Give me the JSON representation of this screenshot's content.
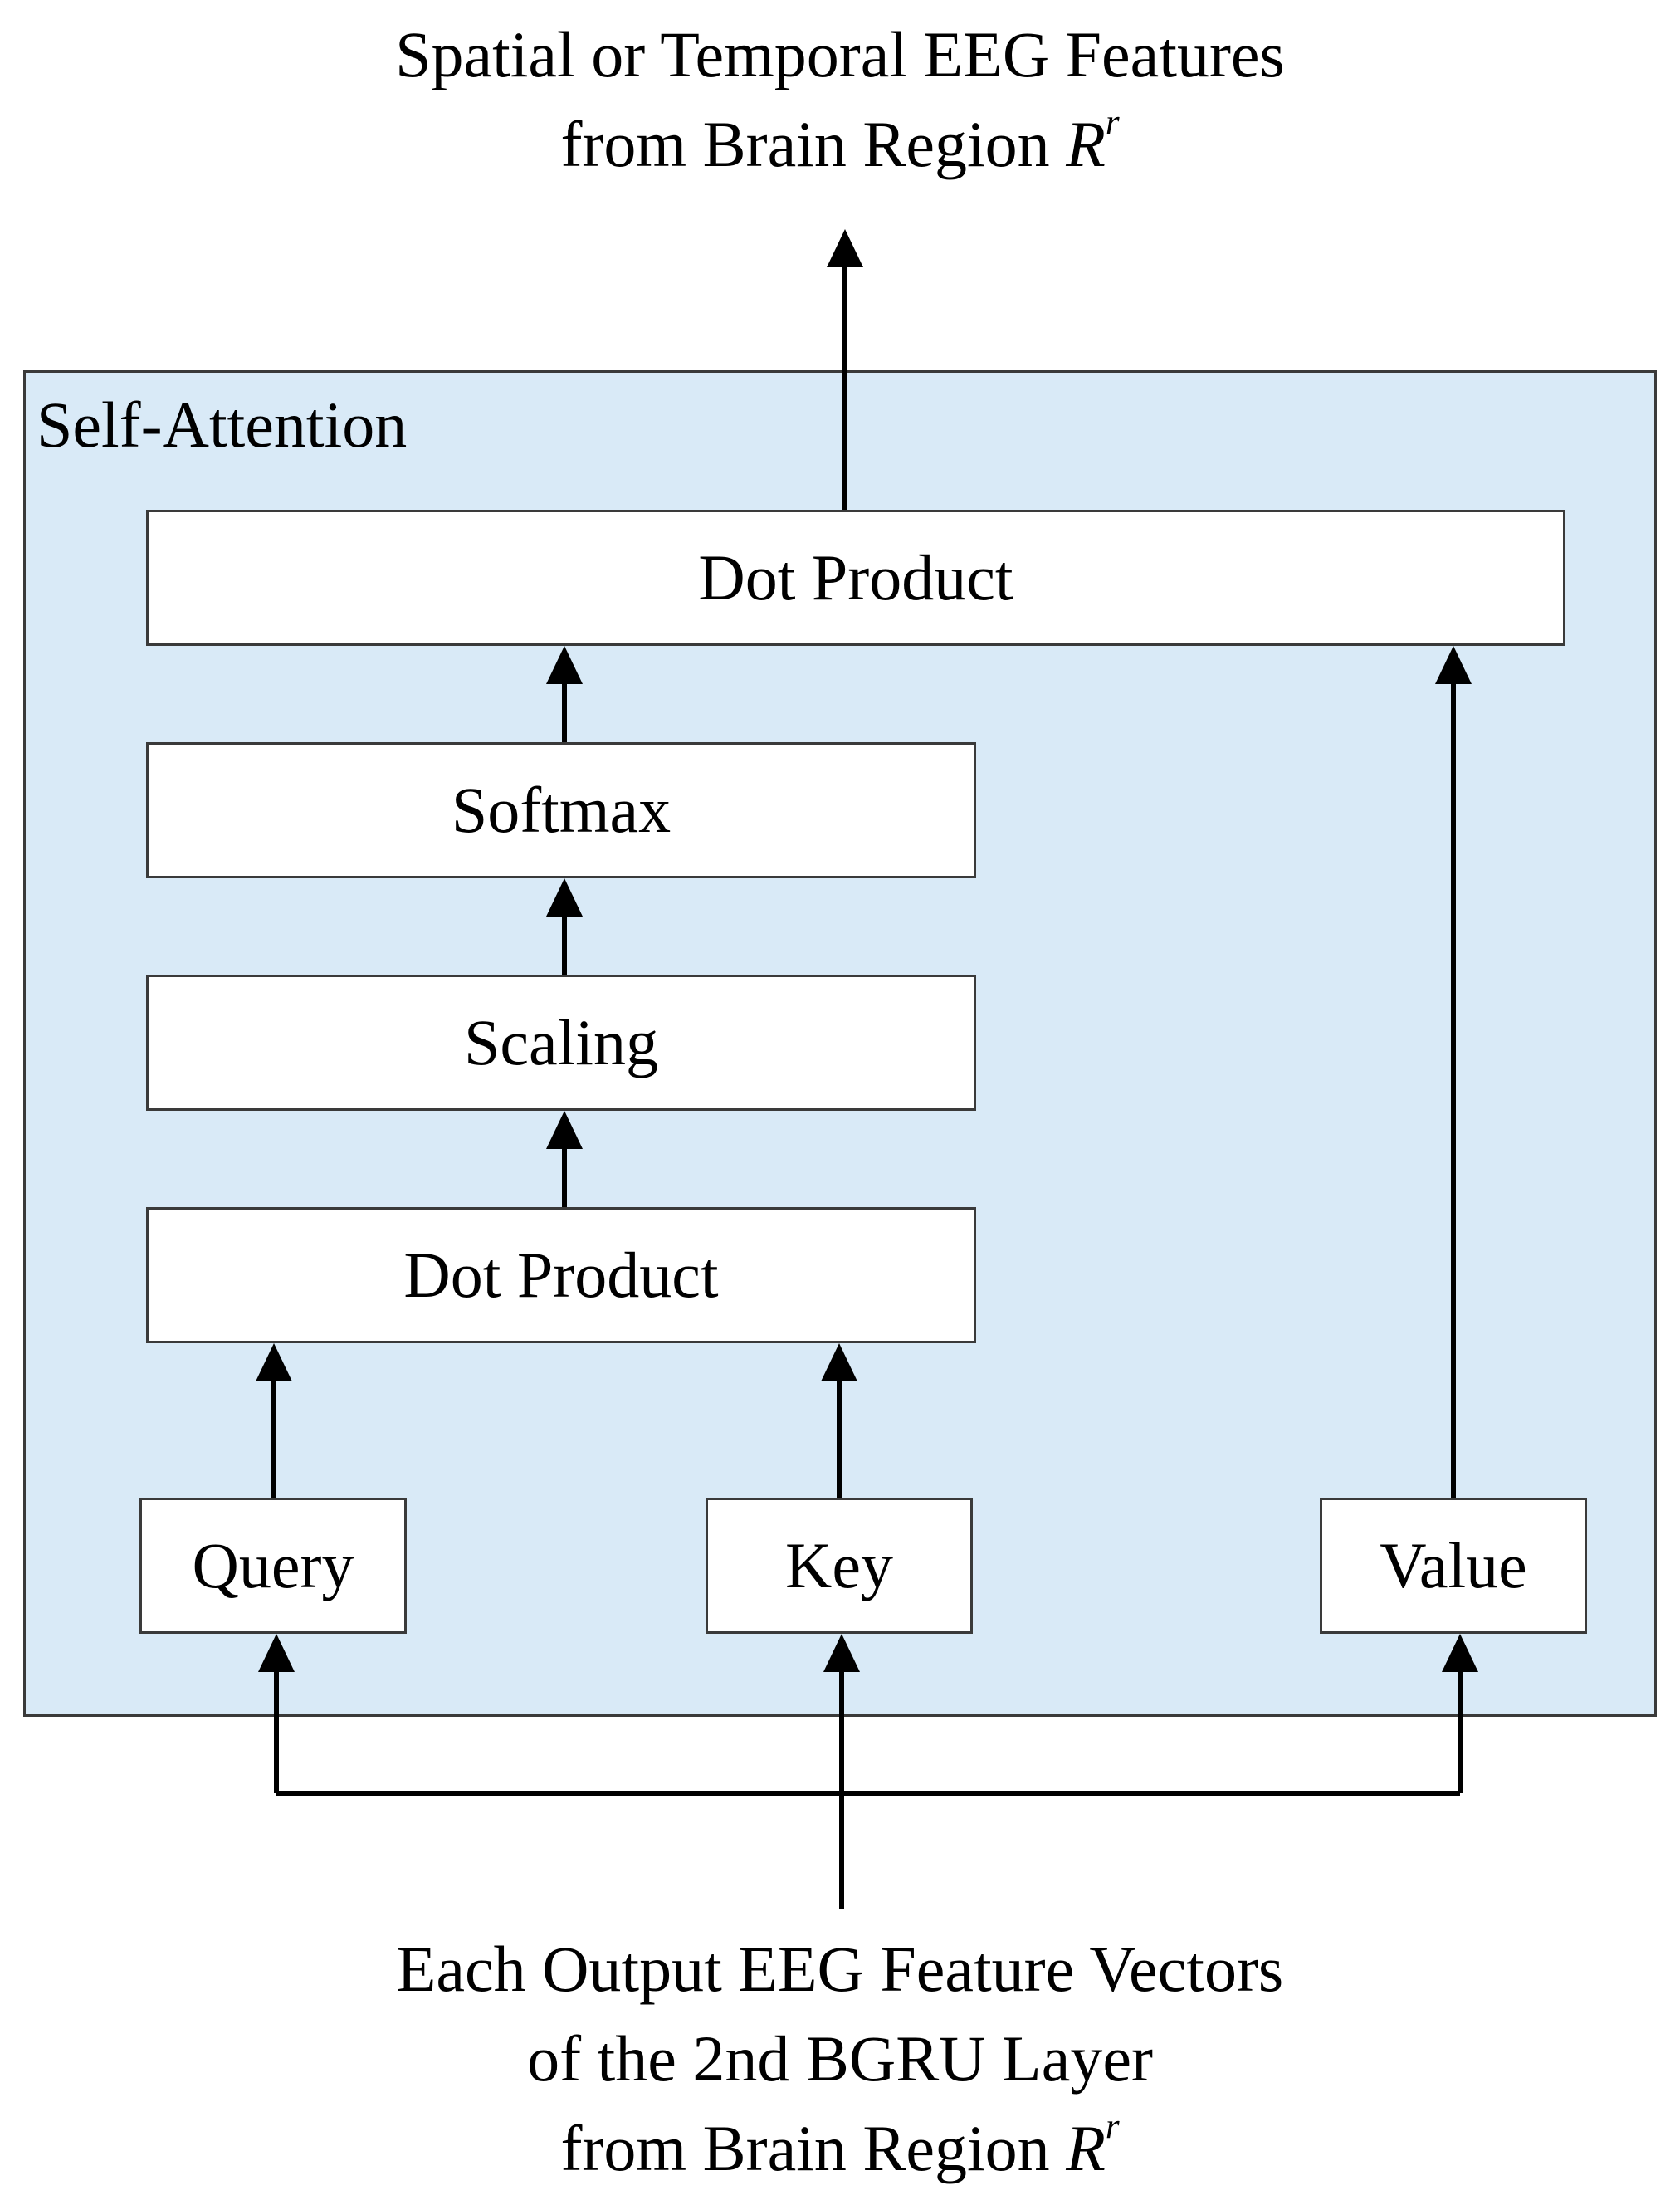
{
  "top_caption": {
    "line1": "Spatial or Temporal EEG Features",
    "line2_prefix": "from Brain Region ",
    "var": "R",
    "sup": "r"
  },
  "panel": {
    "title": "Self-Attention"
  },
  "boxes": {
    "dot_product_output": "Dot Product",
    "softmax": "Softmax",
    "scaling": "Scaling",
    "dot_product_qk": "Dot Product",
    "query": "Query",
    "key": "Key",
    "value": "Value"
  },
  "bottom_caption": {
    "line1": "Each Output EEG Feature Vectors",
    "line2": "of the 2nd BGRU Layer",
    "line3_prefix": "from Brain Region ",
    "var": "R",
    "sup": "r"
  }
}
